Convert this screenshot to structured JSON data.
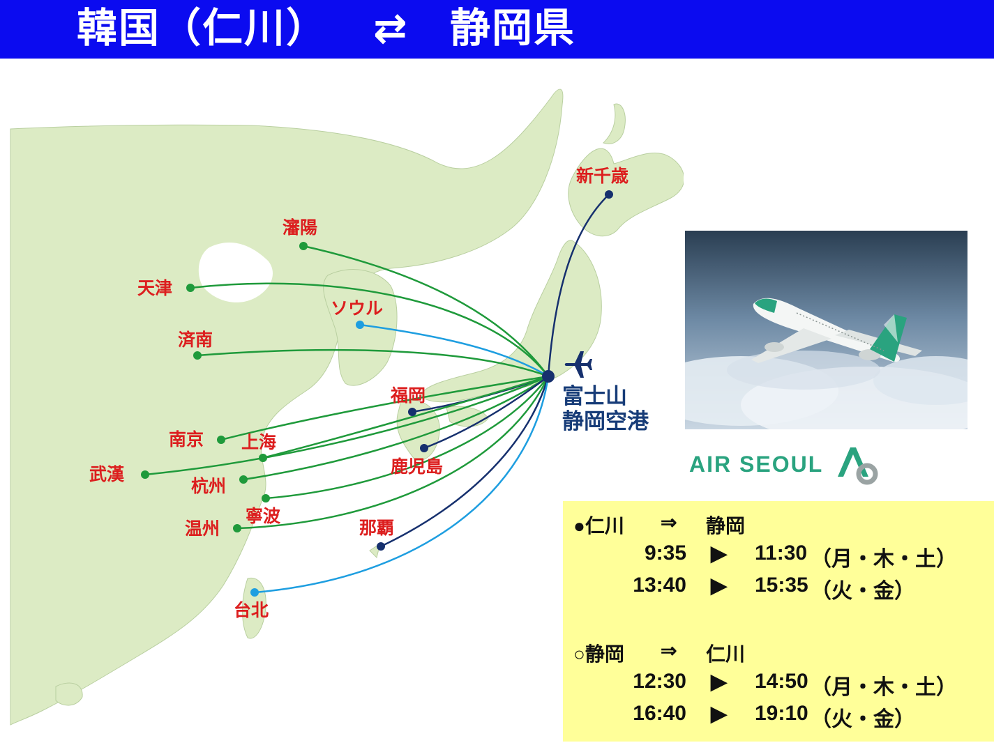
{
  "header": {
    "title_left": "韓国（仁川）",
    "arrow": "⇄",
    "title_right": "静岡県"
  },
  "map": {
    "hub": {
      "label_line1": "富士山",
      "label_line2": "静岡空港",
      "icon": "airplane-icon"
    },
    "cities": [
      {
        "name": "新千歳",
        "type": "dark-blue"
      },
      {
        "name": "瀋陽",
        "type": "green"
      },
      {
        "name": "天津",
        "type": "green"
      },
      {
        "name": "ソウル",
        "type": "light-blue"
      },
      {
        "name": "済南",
        "type": "green"
      },
      {
        "name": "福岡",
        "type": "dark-blue"
      },
      {
        "name": "南京",
        "type": "green"
      },
      {
        "name": "上海",
        "type": "green"
      },
      {
        "name": "武漢",
        "type": "green"
      },
      {
        "name": "杭州",
        "type": "green"
      },
      {
        "name": "鹿児島",
        "type": "dark-blue"
      },
      {
        "name": "寧波",
        "type": "green"
      },
      {
        "name": "温州",
        "type": "green"
      },
      {
        "name": "那覇",
        "type": "dark-blue"
      },
      {
        "name": "台北",
        "type": "light-blue"
      }
    ],
    "colors": {
      "green": "#1f9a3b",
      "dark-blue": "#16306e",
      "light-blue": "#1e9ee0",
      "land": "#dcebc4",
      "city_text": "#dc1e1e",
      "hub_text": "#173c78"
    }
  },
  "airline": {
    "logo_text": "AIR SEOUL",
    "brand_color": "#2aa37f"
  },
  "schedule": {
    "outbound": {
      "marker": "●",
      "from": "仁川",
      "arrow": "⇒",
      "to": "静岡",
      "flights": [
        {
          "dep": "9:35",
          "sep": "▶",
          "arr": "11:30",
          "days": "（月・木・土）"
        },
        {
          "dep": "13:40",
          "sep": "▶",
          "arr": "15:35",
          "days": "（火・金）"
        }
      ]
    },
    "inbound": {
      "marker": "○",
      "from": "静岡",
      "arrow": "⇒",
      "to": "仁川",
      "flights": [
        {
          "dep": "12:30",
          "sep": "▶",
          "arr": "14:50",
          "days": "（月・木・土）"
        },
        {
          "dep": "16:40",
          "sep": "▶",
          "arr": "19:10",
          "days": "（火・金）"
        }
      ]
    }
  }
}
